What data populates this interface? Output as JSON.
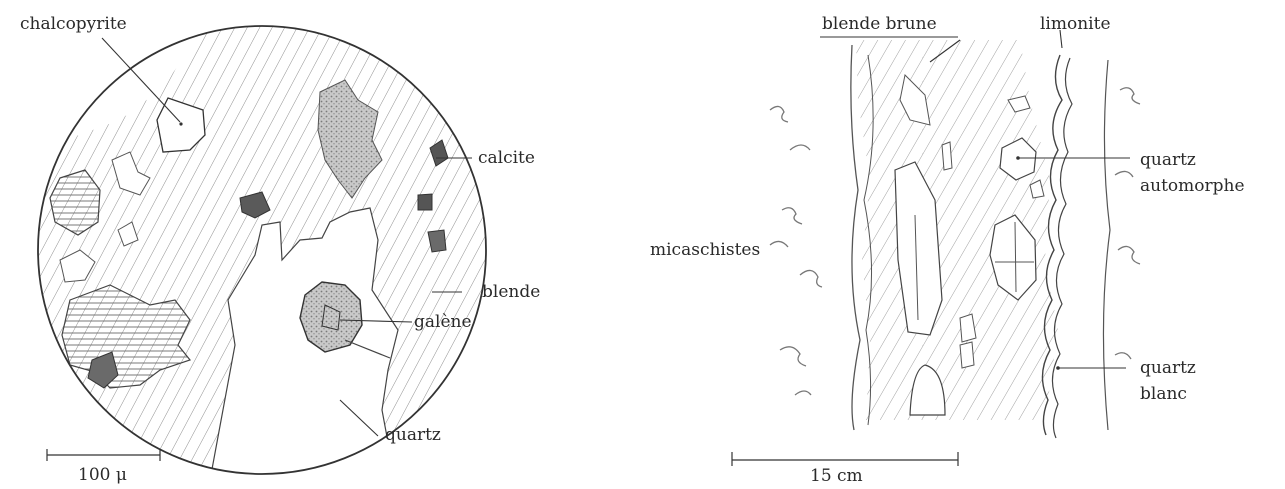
{
  "left_figure": {
    "labels": {
      "chalcopyrite": "chalcopyrite",
      "calcite": "calcite",
      "blende": "blende",
      "galene": "galène",
      "quartz": "quartz"
    },
    "scale_bar": "100 μ"
  },
  "right_figure": {
    "labels": {
      "blende_brune": "blende brune",
      "limonite": "limonite",
      "quartz_automorphe_1": "quartz",
      "quartz_automorphe_2": "automorphe",
      "micaschistes": "micaschistes",
      "quartz_blanc_1": "quartz",
      "quartz_blanc_2": "blanc"
    },
    "scale_bar": "15 cm"
  },
  "colors": {
    "ink": "#2a2a2a",
    "pencil": "#555555",
    "hatch": "#9a9a9a"
  }
}
